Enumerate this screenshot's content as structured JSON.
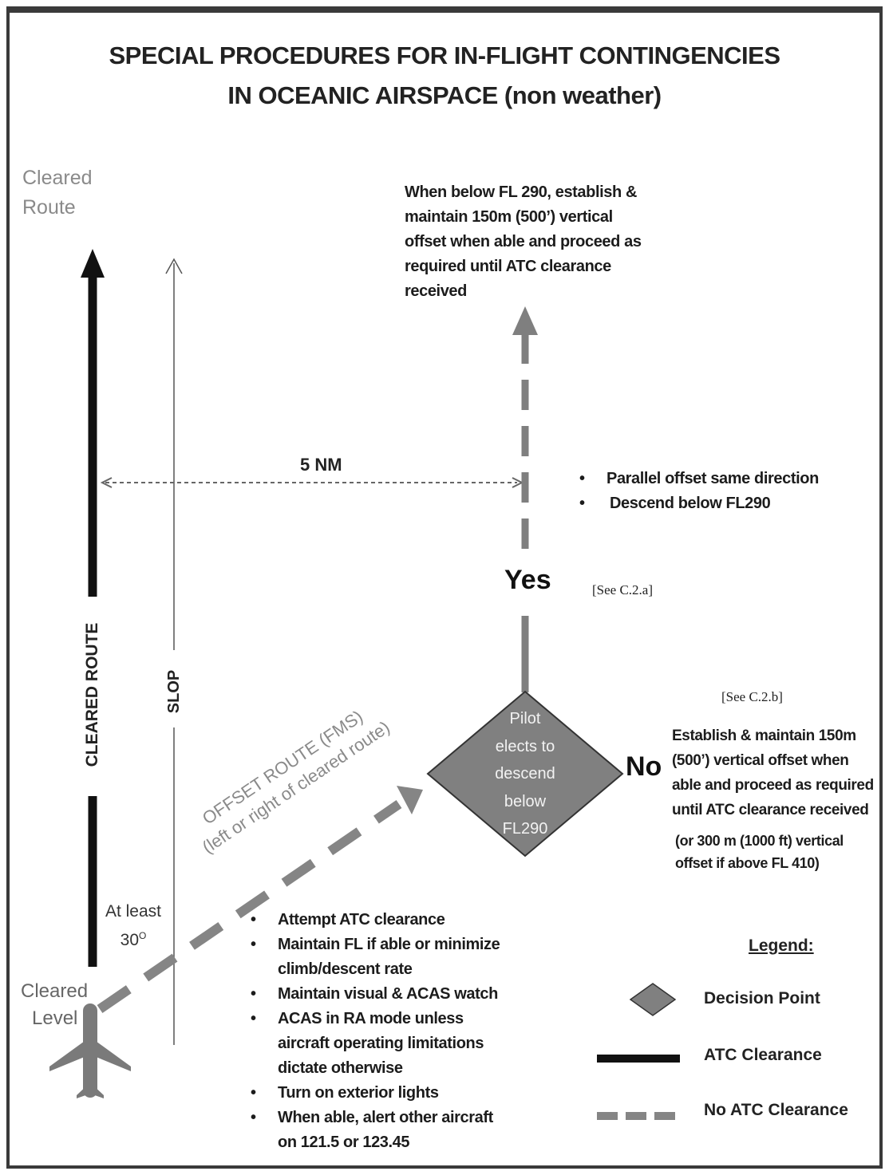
{
  "title": {
    "line1": "SPECIAL PROCEDURES FOR IN-FLIGHT CONTINGENCIES",
    "line2": "IN OCEANIC AIRSPACE (non weather)"
  },
  "left": {
    "cleared_route_label_line1": "Cleared",
    "cleared_route_label_line2": "Route",
    "cleared_route_vertical": "CLEARED ROUTE",
    "slop_vertical": "SLOP",
    "at_least_line1": "At least",
    "at_least_line2": "30",
    "at_least_sup": "O",
    "cleared_level_line1": "Cleared",
    "cleared_level_line2": "Level"
  },
  "offset": {
    "line1": "OFFSET ROUTE (FMS)",
    "line2": "(left or right of cleared route)"
  },
  "distance_label": "5 NM",
  "top_text": [
    "When below FL 290, establish &",
    "maintain 150m (500’) vertical",
    "offset when able and proceed as",
    "required until ATC clearance",
    "received"
  ],
  "yes_bullets": [
    "Parallel offset same direction",
    "Descend below FL290"
  ],
  "yes_label": "Yes",
  "see_c2a": "[See C.2.a]",
  "see_c2b": "[See C.2.b]",
  "decision": {
    "lines": [
      "Pilot",
      "elects to",
      "descend",
      "below",
      "FL290"
    ]
  },
  "no_label": "No",
  "no_text": [
    "Establish & maintain 150m",
    "(500’) vertical offset when",
    "able and proceed as required",
    "until ATC clearance received"
  ],
  "no_note": [
    "(or 300 m (1000 ft) vertical",
    "offset if above FL 410)"
  ],
  "bottom_bullets": [
    [
      "Attempt ATC clearance"
    ],
    [
      "Maintain FL if able or minimize",
      "climb/descent rate"
    ],
    [
      "Maintain visual & ACAS watch"
    ],
    [
      "ACAS in RA mode unless",
      "aircraft operating limitations",
      "dictate otherwise"
    ],
    [
      "Turn on exterior lights"
    ],
    [
      "When able, alert other aircraft",
      "on 121.5 or 123.45"
    ]
  ],
  "legend": {
    "title": "Legend:",
    "decision": "Decision Point",
    "atc": "ATC Clearance",
    "no_atc": "No ATC Clearance"
  },
  "colors": {
    "line_black": "#111111",
    "dash_gray": "#858585",
    "diamond": "#7f7f7f",
    "label_gray": "#8a8a8a"
  }
}
